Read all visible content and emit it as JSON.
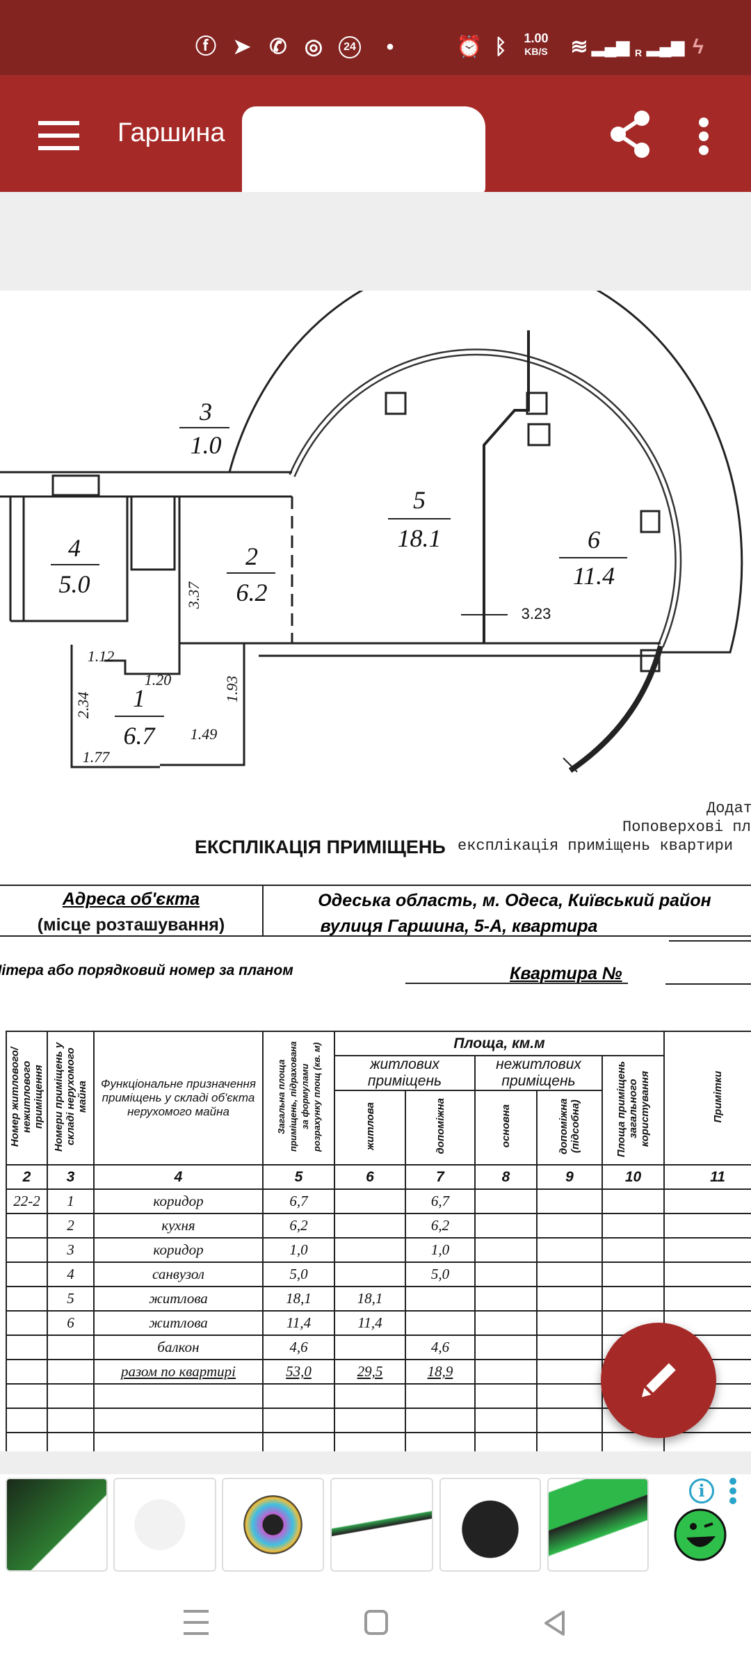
{
  "status_bar": {
    "network_speed": "1.00",
    "network_unit": "KB/S",
    "roaming": "R",
    "notif_24": "24"
  },
  "app_bar": {
    "title": "Гаршина"
  },
  "plan": {
    "rooms": [
      {
        "num": "1",
        "area": "6.7"
      },
      {
        "num": "2",
        "area": "6.2"
      },
      {
        "num": "3",
        "area": "1.0"
      },
      {
        "num": "4",
        "area": "5.0"
      },
      {
        "num": "5",
        "area": "18.1"
      },
      {
        "num": "6",
        "area": "11.4"
      }
    ],
    "dims": [
      "3.37",
      "3.23",
      "1.12",
      "1.20",
      "2.34",
      "1.93",
      "1.49",
      "1.77"
    ]
  },
  "doc": {
    "appendix": "Додато",
    "floor_plans": "Поповерхові плак",
    "title": "ЕКСПЛІКАЦІЯ ПРИМІЩЕНЬ",
    "subtitle": "експлікація приміщень квартири",
    "address_label": "Адреса об'єкта",
    "address_sub": "(місце розташування)",
    "address_line1": "Одеська область, м. Одеса, Київський район",
    "address_line2": "вулиця Гаршина, 5-А, квартира",
    "letter_label": "Літера або порядковий номер за планом",
    "apartment_label": "Квартира №"
  },
  "table": {
    "headers": {
      "c2": "Номер житлового/ нежитлового приміщення",
      "c3": "Номери приміщень у складі нерухомого майна",
      "c4": "Функціональне призначення приміщень у складі об'єкта нерухомого майна",
      "c5": "Загальна площа приміщень, підрахована за формулами розрахунку площ (кв. м)",
      "area": "Площа, км.м",
      "living": "житлових приміщень",
      "nonliving": "нежитлових приміщень",
      "common": "Площа приміщень загального користування",
      "notes": "Примітки",
      "c6": "житлова",
      "c7": "допоміжна",
      "c8": "основна",
      "c9": "допоміжна (підсобна)"
    },
    "col_numbers": [
      "2",
      "3",
      "4",
      "5",
      "6",
      "7",
      "8",
      "9",
      "10",
      "11"
    ],
    "rows": [
      [
        "22-2",
        "1",
        "коридор",
        "6,7",
        "",
        "6,7",
        "",
        "",
        "",
        ""
      ],
      [
        "",
        "2",
        "кухня",
        "6,2",
        "",
        "6,2",
        "",
        "",
        "",
        ""
      ],
      [
        "",
        "3",
        "коридор",
        "1,0",
        "",
        "1,0",
        "",
        "",
        "",
        ""
      ],
      [
        "",
        "4",
        "санвузол",
        "5,0",
        "",
        "5,0",
        "",
        "",
        "",
        ""
      ],
      [
        "",
        "5",
        "житлова",
        "18,1",
        "18,1",
        "",
        "",
        "",
        "",
        ""
      ],
      [
        "",
        "6",
        "житлова",
        "11,4",
        "11,4",
        "",
        "",
        "",
        "",
        ""
      ],
      [
        "",
        "",
        "балкон",
        "4,6",
        "",
        "4,6",
        "",
        "",
        "",
        ""
      ],
      [
        "",
        "",
        "разом по квартирі",
        "53,0",
        "29,5",
        "18,9",
        "",
        "",
        "",
        ""
      ]
    ]
  },
  "colors": {
    "status": "#832421",
    "appbar": "#a52a27",
    "fab": "#a52a27",
    "ad_info": "#29a3c9"
  }
}
